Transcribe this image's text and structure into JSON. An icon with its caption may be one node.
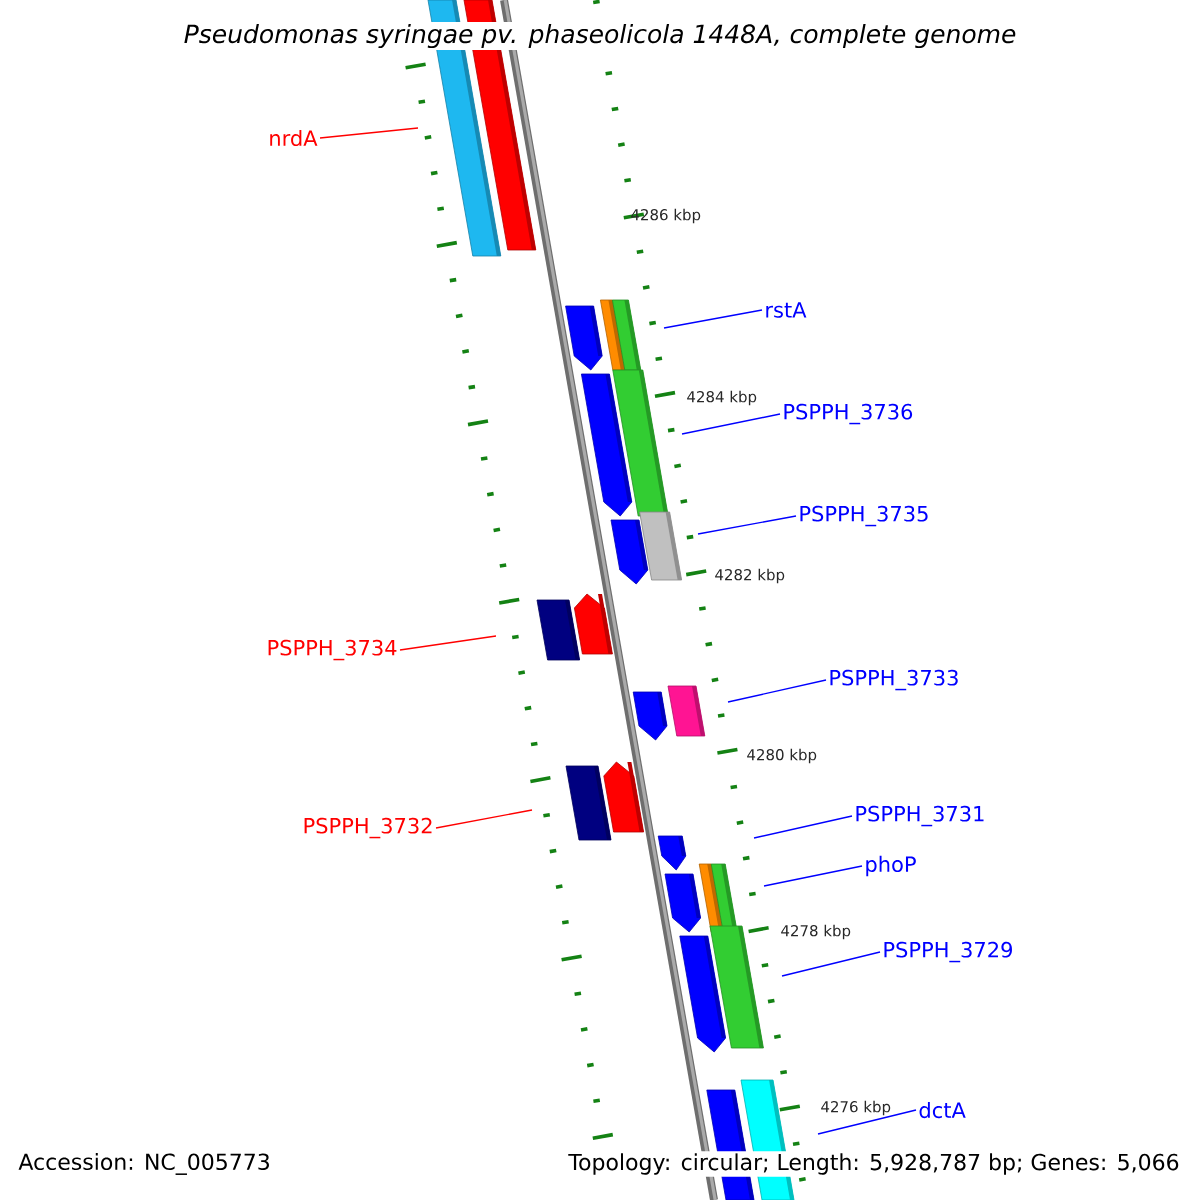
{
  "diagram": {
    "title": "Pseudomonas syringae pv. phaseolicola 1448A, complete genome",
    "nodes": [
      {
        "text": [
          "nrdA"
        ]
      },
      {
        "text": [
          "rstA"
        ]
      },
      {
        "text": [
          "PSPPH_3736"
        ]
      },
      {
        "text": [
          "PSPPH_3735"
        ]
      },
      {
        "text": [
          "PSPPH_3734"
        ]
      },
      {
        "text": [
          "PSPPH_3733"
        ]
      },
      {
        "text": [
          "PSPPH_3732"
        ]
      },
      {
        "text": [
          "PSPPH_3731"
        ]
      },
      {
        "text": [
          "phoP"
        ]
      },
      {
        "text": [
          "PSPPH_3729"
        ]
      },
      {
        "text": [
          "dctA"
        ]
      }
    ],
    "edges": [
      {
        "from": 0,
        "to": null,
        "arrow": "none",
        "color": "#ff0000"
      },
      {
        "from": 1,
        "to": null,
        "arrow": "none"
      },
      {
        "from": 2,
        "to": null,
        "arrow": "none"
      },
      {
        "from": 3,
        "to": null,
        "arrow": "none"
      },
      {
        "from": 4,
        "to": null,
        "arrow": "none",
        "color": "#ff0000"
      },
      {
        "from": 5,
        "to": null,
        "arrow": "none"
      },
      {
        "from": 6,
        "to": null,
        "arrow": "none",
        "color": "#ff0000"
      },
      {
        "from": 7,
        "to": null,
        "arrow": "none"
      },
      {
        "from": 8,
        "to": null,
        "arrow": "none"
      },
      {
        "from": 9,
        "to": null,
        "arrow": "none"
      },
      {
        "from": 10,
        "to": null,
        "arrow": "none"
      }
    ],
    "labels": [
      "4286 kbp",
      "4284 kbp",
      "4282 kbp",
      "4280 kbp",
      "4278 kbp",
      "4276 kbp",
      "Accession: NC_005773",
      "Topology: circular; Length: 5,928,787 bp; Genes: 5,066"
    ]
  }
}
